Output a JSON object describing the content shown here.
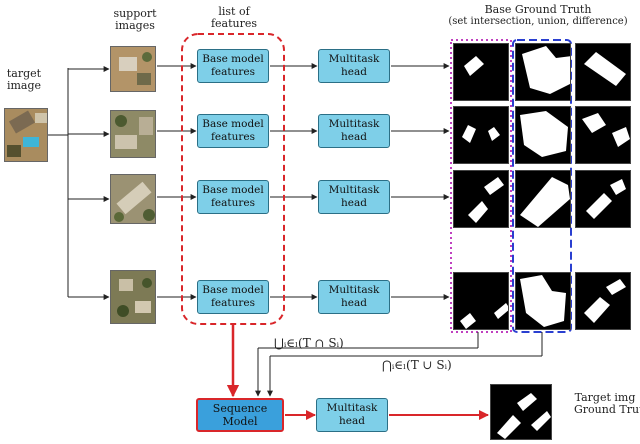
{
  "labels": {
    "target_image": [
      "target",
      "image"
    ],
    "support_images": [
      "support",
      "images"
    ],
    "list_of_features": [
      "list of",
      "features"
    ],
    "base_gt_title": "Base Ground Truth",
    "base_gt_subtitle": "(set intersection, union, difference)",
    "target_gt": [
      "Target img",
      "Ground Truth"
    ]
  },
  "rows": [
    {
      "feature_label": [
        "Base model",
        "features"
      ],
      "head_label": [
        "Multitask",
        "head"
      ]
    },
    {
      "feature_label": [
        "Base model",
        "features"
      ],
      "head_label": [
        "Multitask",
        "head"
      ]
    },
    {
      "feature_label": [
        "Base model",
        "features"
      ],
      "head_label": [
        "Multitask",
        "head"
      ]
    },
    {
      "feature_label": [
        "Base model",
        "features"
      ],
      "head_label": [
        "Multitask",
        "head"
      ]
    }
  ],
  "sequence_model": [
    "Sequence",
    "Model"
  ],
  "final_head": [
    "Multitask",
    "head"
  ],
  "formulas": {
    "intersection": "⋃ᵢ∈ₗ(T ∩ Sᵢ)",
    "union": "⋂ᵢ∈ₗ(T ∪ Sᵢ)"
  },
  "colors": {
    "box_fill": "#7ecfe8",
    "sequence_fill": "#3aa0dc",
    "red": "#d9262a",
    "magenta_dash": "#c040c0",
    "blue_dash": "#2a3fd0"
  }
}
